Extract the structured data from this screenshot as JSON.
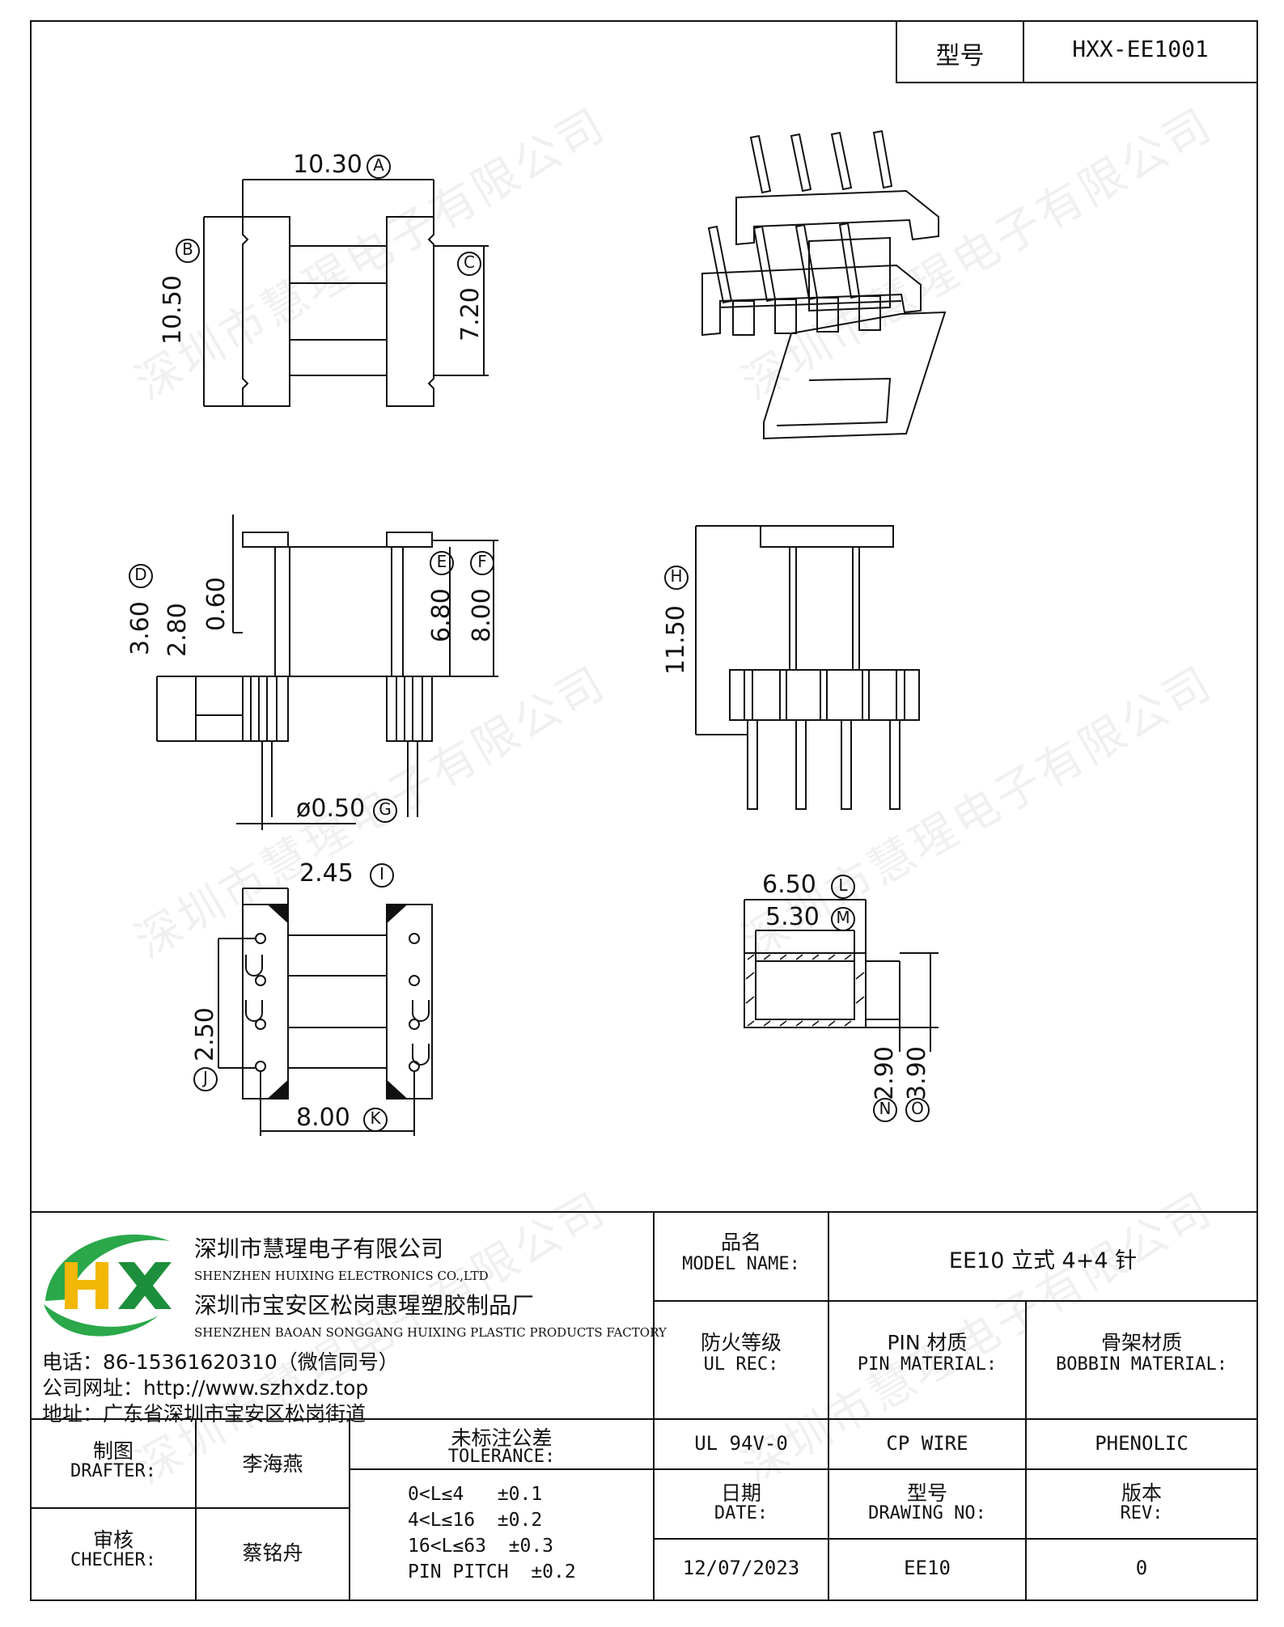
{
  "header": {
    "model_label": "型号",
    "model_value": "HXX-EE1001"
  },
  "watermark": "深圳市慧瑆电子有限公司",
  "dims": {
    "a": "10.30",
    "a_mark": "A",
    "b": "10.50",
    "b_mark": "B",
    "c": "7.20",
    "c_mark": "C",
    "d": "3.60",
    "d_mark": "D",
    "d2": "2.80",
    "d3": "0.60",
    "e": "6.80",
    "e_mark": "E",
    "f": "8.00",
    "f_mark": "F",
    "g": "ø0.50",
    "g_mark": "G",
    "h": "11.50",
    "h_mark": "H",
    "i": "2.45",
    "i_mark": "I",
    "j": "2.50",
    "j_mark": "J",
    "k": "8.00",
    "k_mark": "K",
    "l": "6.50",
    "l_mark": "L",
    "m": "5.30",
    "m_mark": "M",
    "n": "2.90",
    "n_mark": "N",
    "o": "3.90",
    "o_mark": "O"
  },
  "company": {
    "logo": "HX",
    "name_cn": "深圳市慧瑆电子有限公司",
    "name_en": "SHENZHEN HUIXING ELECTRONICS CO.,LTD",
    "factory_cn": "深圳市宝安区松岗惠瑆塑胶制品厂",
    "factory_en": "SHENZHEN BAOAN SONGGANG HUIXING PLASTIC PRODUCTS FACTORY",
    "phone": "电话：86-15361620310（微信同号）",
    "website": "公司网址：http://www.szhxdz.top",
    "address": "地址：广东省深圳市宝安区松岗街道"
  },
  "title_block": {
    "model_name_cn": "品名",
    "model_name_en": "MODEL NAME:",
    "model_name_value": "EE10 立式 4+4 针",
    "ul_cn": "防火等级",
    "ul_en": "UL REC:",
    "pin_cn": "PIN 材质",
    "pin_en": "PIN MATERIAL:",
    "bobbin_cn": "骨架材质",
    "bobbin_en": "BOBBIN MATERIAL:",
    "ul_value": "UL 94V-0",
    "pin_value": "CP WIRE",
    "bobbin_value": "PHENOLIC",
    "drafter_cn": "制图",
    "drafter_en": "DRAFTER:",
    "drafter_value": "李海燕",
    "checker_cn": "审核",
    "checker_en": "CHECHER:",
    "checker_value": "蔡铭舟",
    "tolerance_cn": "未标注公差",
    "tolerance_en": "TOLERANCE:",
    "tolerance_rows": [
      "0<L≤4   ±0.1",
      "4<L≤16  ±0.2",
      "16<L≤63  ±0.3",
      "PIN PITCH  ±0.2"
    ],
    "date_cn": "日期",
    "date_en": "DATE:",
    "drawing_cn": "型号",
    "drawing_en": "DRAWING NO:",
    "rev_cn": "版本",
    "rev_en": "REV:",
    "date_value": "12/07/2023",
    "drawing_value": "EE10",
    "rev_value": "0"
  }
}
